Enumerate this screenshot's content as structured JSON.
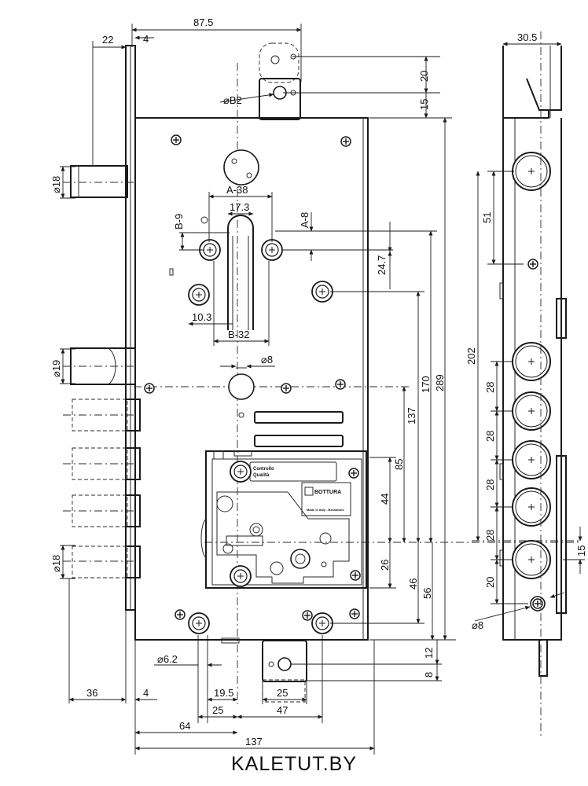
{
  "watermark": "KALETUT.BY",
  "plate_text": {
    "control_line1": "Controllo",
    "control_line2": "Qualità",
    "brand": "BOTTURA",
    "made": "Made in Italy - Bessaluno"
  },
  "dimensions": {
    "d87_5": "87.5",
    "d22": "22",
    "d4_top": "4",
    "d20_top": "20",
    "d15_top": "15",
    "d_diam_b2": "⌀B2",
    "d_diam18_top": "⌀18",
    "d_a38": "A-38",
    "d17_3": "17.3",
    "d_b9": "B-9",
    "d_a8": "A-8",
    "d24_7": "24.7",
    "d10_3": "10.3",
    "d_b32": "B-32",
    "d_diam8_mid": "⌀8",
    "d_diam19": "⌀19",
    "d137_v": "137",
    "d170": "170",
    "d289": "289",
    "d85": "85",
    "d44": "44",
    "d26": "26",
    "d46": "46",
    "d56": "56",
    "d_diam18_bot": "⌀18",
    "d_diam6_2": "⌀6.2",
    "d19_5": "19.5",
    "d25_a": "25",
    "d25_b": "25",
    "d47": "47",
    "d36": "36",
    "d4_bot": "4",
    "d64": "64",
    "d137_h": "137",
    "d12": "12",
    "d8_bot": "8",
    "d30_5": "30.5",
    "d51": "51",
    "d202": "202",
    "d28_1": "28",
    "d28_2": "28",
    "d28_3": "28",
    "d28_4": "28",
    "d20_side": "20",
    "d15_side": "15",
    "d_diam8_side": "⌀8"
  }
}
